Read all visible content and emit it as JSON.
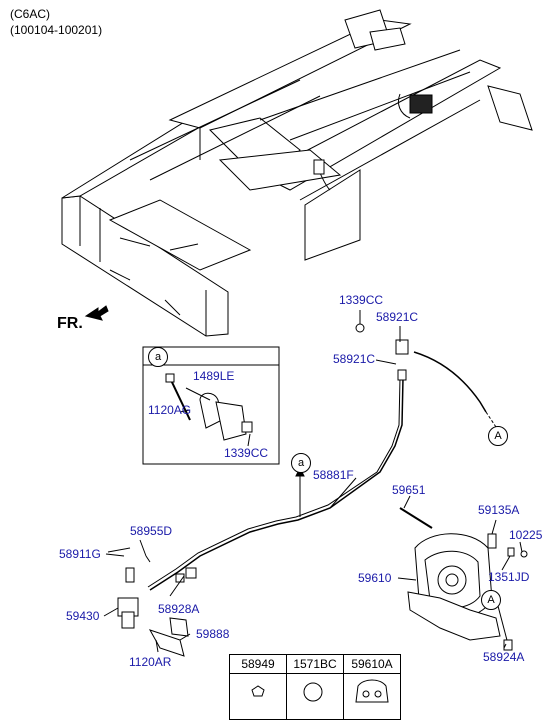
{
  "header": {
    "model": "(C6AC)",
    "range": "(100104-100201)"
  },
  "direction": {
    "label": "FR."
  },
  "inset_a": {
    "marker": "a",
    "labels": {
      "l1489le": "1489LE",
      "l1120ag": "1120AG",
      "l1339cc": "1339CC"
    }
  },
  "labels": {
    "l1339cc": "1339CC",
    "l58921c_1": "58921C",
    "l58921c_2": "58921C",
    "l58881f": "58881F",
    "l59651": "59651",
    "l59135a": "59135A",
    "l10225": "10225",
    "l1351jd": "1351JD",
    "l59610": "59610",
    "l58924a": "58924A",
    "l58955d": "58955D",
    "l58911g": "58911G",
    "l59430": "59430",
    "l58928a": "58928A",
    "l59888": "59888",
    "l1120ar": "1120AR"
  },
  "markers": {
    "A1": "A",
    "A2": "A",
    "a_line": "a"
  },
  "parts_table": {
    "columns": [
      "58949",
      "1571BC",
      "59610A"
    ]
  }
}
